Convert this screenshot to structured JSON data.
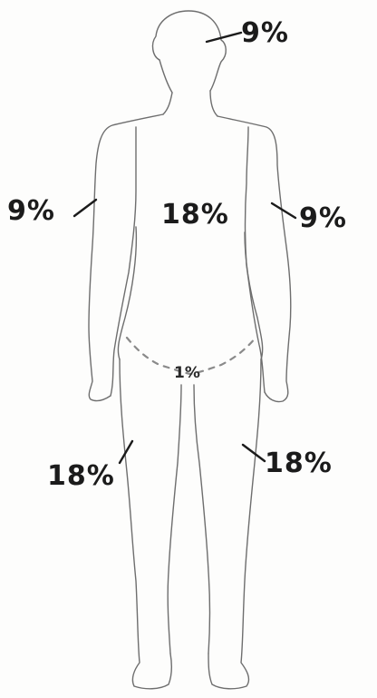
{
  "diagram": {
    "labels": {
      "head": "9%",
      "left_arm": "9%",
      "trunk": "18%",
      "right_arm": "9%",
      "genitals": "1%",
      "left_leg": "18%",
      "right_leg": "18%"
    }
  }
}
